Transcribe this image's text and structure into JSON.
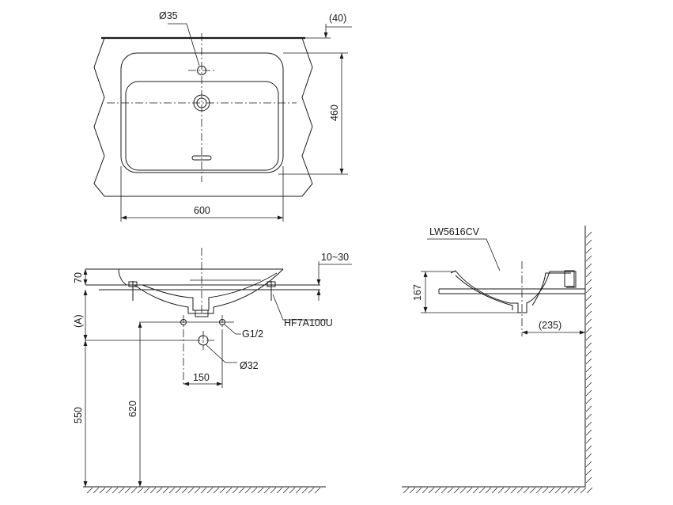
{
  "top_view": {
    "tap_hole_diameter": "Ø35",
    "deck_offset": "(40)",
    "depth": "460",
    "width": "600"
  },
  "front_view": {
    "rim_height": "70",
    "counter_thickness": "10~30",
    "waste_model": "HF7A100U",
    "supply_thread": "G1/2",
    "drain_diameter": "Ø32",
    "supply_spacing": "150",
    "dimension_a": "(A)",
    "floor_to_supply": "550",
    "floor_to_drain": "620"
  },
  "side_view": {
    "model": "LW5616CV",
    "height": "167",
    "wall_offset": "(235)"
  }
}
